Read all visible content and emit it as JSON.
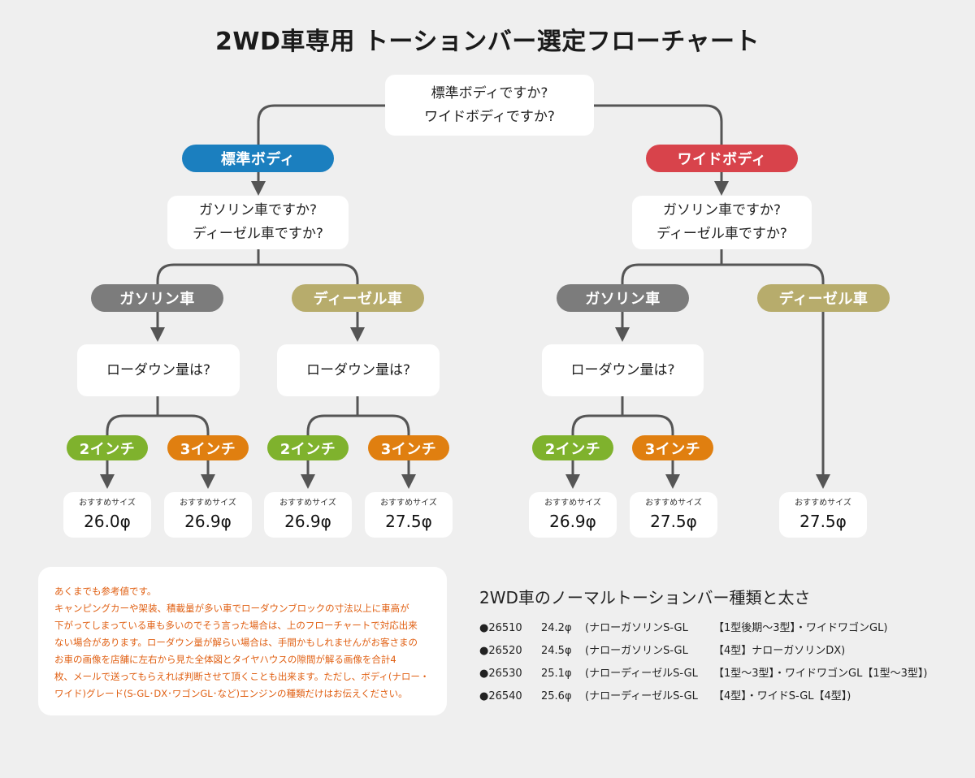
{
  "title": "2WD車専用 トーションバー選定フローチャート",
  "top_question": {
    "line1": "標準ボディですか?",
    "line2": "ワイドボディですか?"
  },
  "body_types": {
    "standard": "標準ボディ",
    "wide": "ワイドボディ"
  },
  "fuel_question": {
    "line1": "ガソリン車ですか?",
    "line2": "ディーゼル車ですか?"
  },
  "fuel_types": {
    "gasoline": "ガソリン車",
    "diesel": "ディーゼル車"
  },
  "lowdown_question": "ローダウン量は?",
  "lowdown_options": {
    "two_inch": "2インチ",
    "three_inch": "3インチ"
  },
  "recommended_label": "おすすめサイズ",
  "results": {
    "standard_gas_2": "26.0φ",
    "standard_gas_3": "26.9φ",
    "standard_diesel_2": "26.9φ",
    "standard_diesel_3": "27.5φ",
    "wide_gas_2": "26.9φ",
    "wide_gas_3": "27.5φ",
    "wide_diesel": "27.5φ"
  },
  "note": {
    "lines": [
      "あくまでも参考値です。",
      "キャンピングカーや架装、積載量が多い車でローダウンブロックの寸法以上に車高が",
      "下がってしまっている車も多いのでそう言った場合は、上のフローチャートで対応出来",
      "ない場合があります。ローダウン量が解らい場合は、手間かもしれませんがお客さまの",
      "お車の画像を店舗に左右から見た全体図とタイヤハウスの隙間が解る画像を合計4",
      "枚、メールで送ってもらえれば判断させて頂くことも出来ます。ただし、ボディ(ナロー・",
      "ワイド)グレード(S-GL･DX･ワゴンGL･など)エンジンの種類だけはお伝えください。"
    ]
  },
  "types_list": {
    "title": "2WD車のノーマルトーションバー種類と太さ",
    "rows": [
      {
        "code": "●26510",
        "size": "24.2φ",
        "desc": "(ナローガソリンS-GL",
        "models": "【1型後期〜3型】・ワイドワゴンGL)"
      },
      {
        "code": "●26520",
        "size": "24.5φ",
        "desc": "(ナローガソリンS-GL",
        "models": "【4型】ナローガソリンDX)"
      },
      {
        "code": "●26530",
        "size": "25.1φ",
        "desc": "(ナローディーゼルS-GL",
        "models": "【1型〜3型】・ワイドワゴンGL【1型〜3型】)"
      },
      {
        "code": "●26540",
        "size": "25.6φ",
        "desc": "(ナローディーゼルS-GL",
        "models": "【4型】・ワイドS-GL【4型】)"
      }
    ]
  },
  "colors": {
    "line": "#555555",
    "standard": "#1b7fbf",
    "wide": "#d8434b",
    "gasoline": "#7c7c7c",
    "diesel": "#b7ac6c",
    "two_inch": "#7fb22d",
    "three_inch": "#e07f10",
    "note_text": "#e05f12"
  }
}
